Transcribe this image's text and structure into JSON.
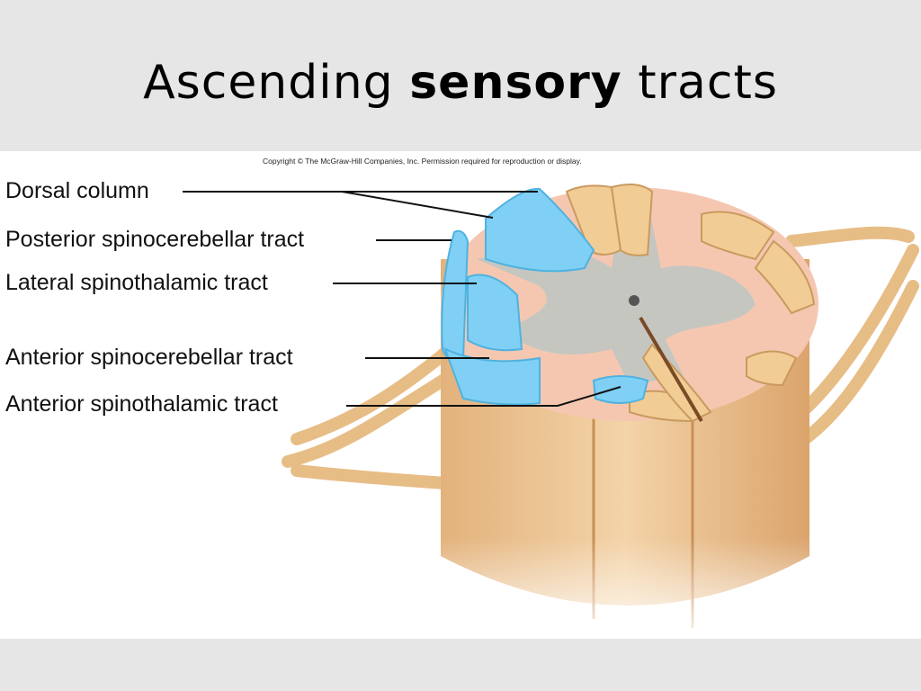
{
  "title": {
    "part1": "Ascending",
    "part2": "sensory",
    "part3": "tracts"
  },
  "copyright": "Copyright © The McGraw-Hill Companies, Inc. Permission required for reproduction or display.",
  "labels": [
    "Dorsal column",
    "Posterior spinocerebellar tract",
    "Lateral spinothalamic tract",
    "Anterior spinocerebellar tract",
    "Anterior spinothalamic tract"
  ],
  "colors": {
    "background": "#e6e6e6",
    "tract_blue": "#7fd0f4",
    "white_matter": "#f5c7b1",
    "gray_matter": "#c6c6c0",
    "nerve_tan": "#f1cc95",
    "cord_surface": "#e6b684"
  }
}
